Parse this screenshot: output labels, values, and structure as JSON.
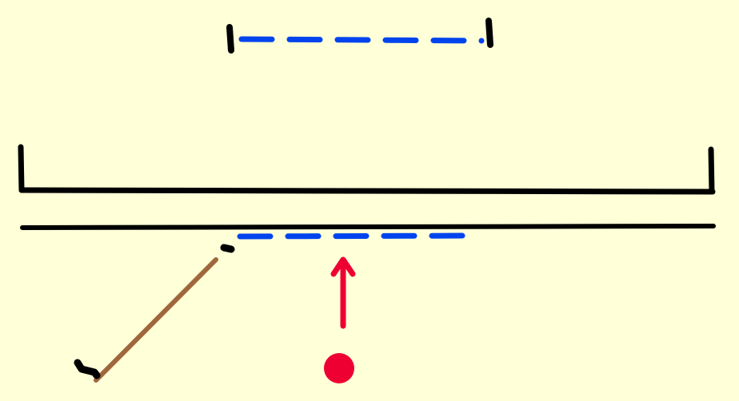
{
  "scene": {
    "background_color": "#FFFFD8",
    "colors": {
      "wall": "#000000",
      "target_gap": "#0044EE",
      "launcher": "#A0673D",
      "ball": "#EE0033",
      "aim_arrow": "#EE0033"
    },
    "elements": [
      "top-target-bracket",
      "top-target-gap-dashed",
      "container-bracket",
      "floor-line",
      "floor-gap-dashed",
      "launcher-stick",
      "red-ball",
      "aim-arrow"
    ]
  }
}
